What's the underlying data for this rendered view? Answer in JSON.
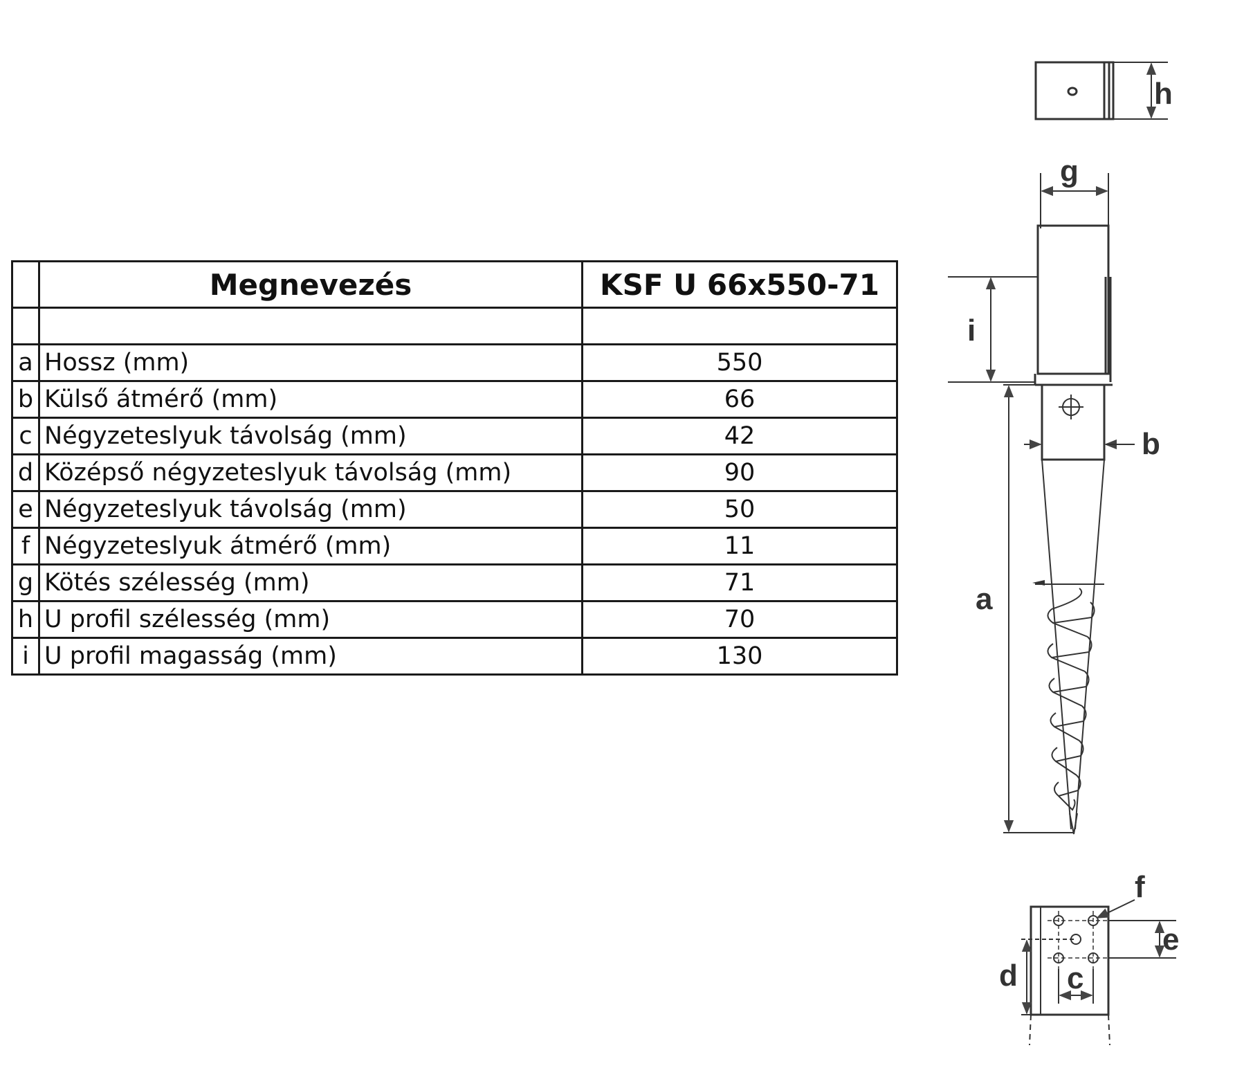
{
  "table": {
    "header": {
      "key": "",
      "name": "Megnevezés",
      "value": "KSF U 66x550-71"
    },
    "rows": [
      {
        "key": "a",
        "name": "Hossz (mm)",
        "value": "550"
      },
      {
        "key": "b",
        "name": "Külső átmérő (mm)",
        "value": "66"
      },
      {
        "key": "c",
        "name": "Négyzeteslyuk távolság (mm)",
        "value": "42"
      },
      {
        "key": "d",
        "name": "Középső négyzeteslyuk távolság (mm)",
        "value": "90"
      },
      {
        "key": "e",
        "name": "Négyzeteslyuk távolság (mm)",
        "value": "50"
      },
      {
        "key": "f",
        "name": "Négyzeteslyuk átmérő (mm)",
        "value": "11"
      },
      {
        "key": "g",
        "name": "Kötés szélesség (mm)",
        "value": "71"
      },
      {
        "key": "h",
        "name": "U profil szélesség (mm)",
        "value": "70"
      },
      {
        "key": "i",
        "name": "U profil magasság (mm)",
        "value": "130"
      }
    ]
  },
  "drawing": {
    "labels": {
      "a": "a",
      "b": "b",
      "c": "c",
      "d": "d",
      "e": "e",
      "f": "f",
      "g": "g",
      "h": "h",
      "i": "i"
    }
  }
}
